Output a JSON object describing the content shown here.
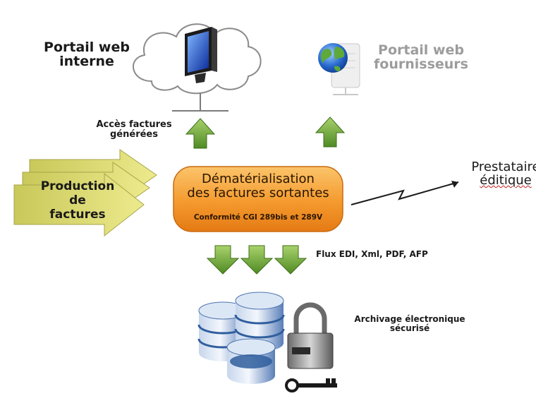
{
  "portals": {
    "internal": {
      "line1": "Portail web",
      "line2": "interne"
    },
    "suppliers": {
      "line1": "Portail web",
      "line2": "fournisseurs"
    }
  },
  "access": {
    "line1": "Accès factures",
    "line2": "générées"
  },
  "production": {
    "line1": "Production",
    "line2": "de",
    "line3": "factures"
  },
  "center": {
    "line1": "Dématérialisation",
    "line2": "des factures sortantes",
    "sub": "Conformité CGI 289bis et 289V"
  },
  "provider": {
    "line1": "Prestataire",
    "line2": "éditique"
  },
  "flows": {
    "label": "Flux EDI, Xml, PDF, AFP"
  },
  "archive": {
    "line1": "Archivage électronique",
    "line2": "sécurisé"
  },
  "colors": {
    "arrow_green": "#7fae3f",
    "production_arrow": "#d9d86a",
    "center_orange": "#f2942a",
    "database_blue": "#2f5e9e",
    "supplier_text": "#9c9c9c"
  }
}
